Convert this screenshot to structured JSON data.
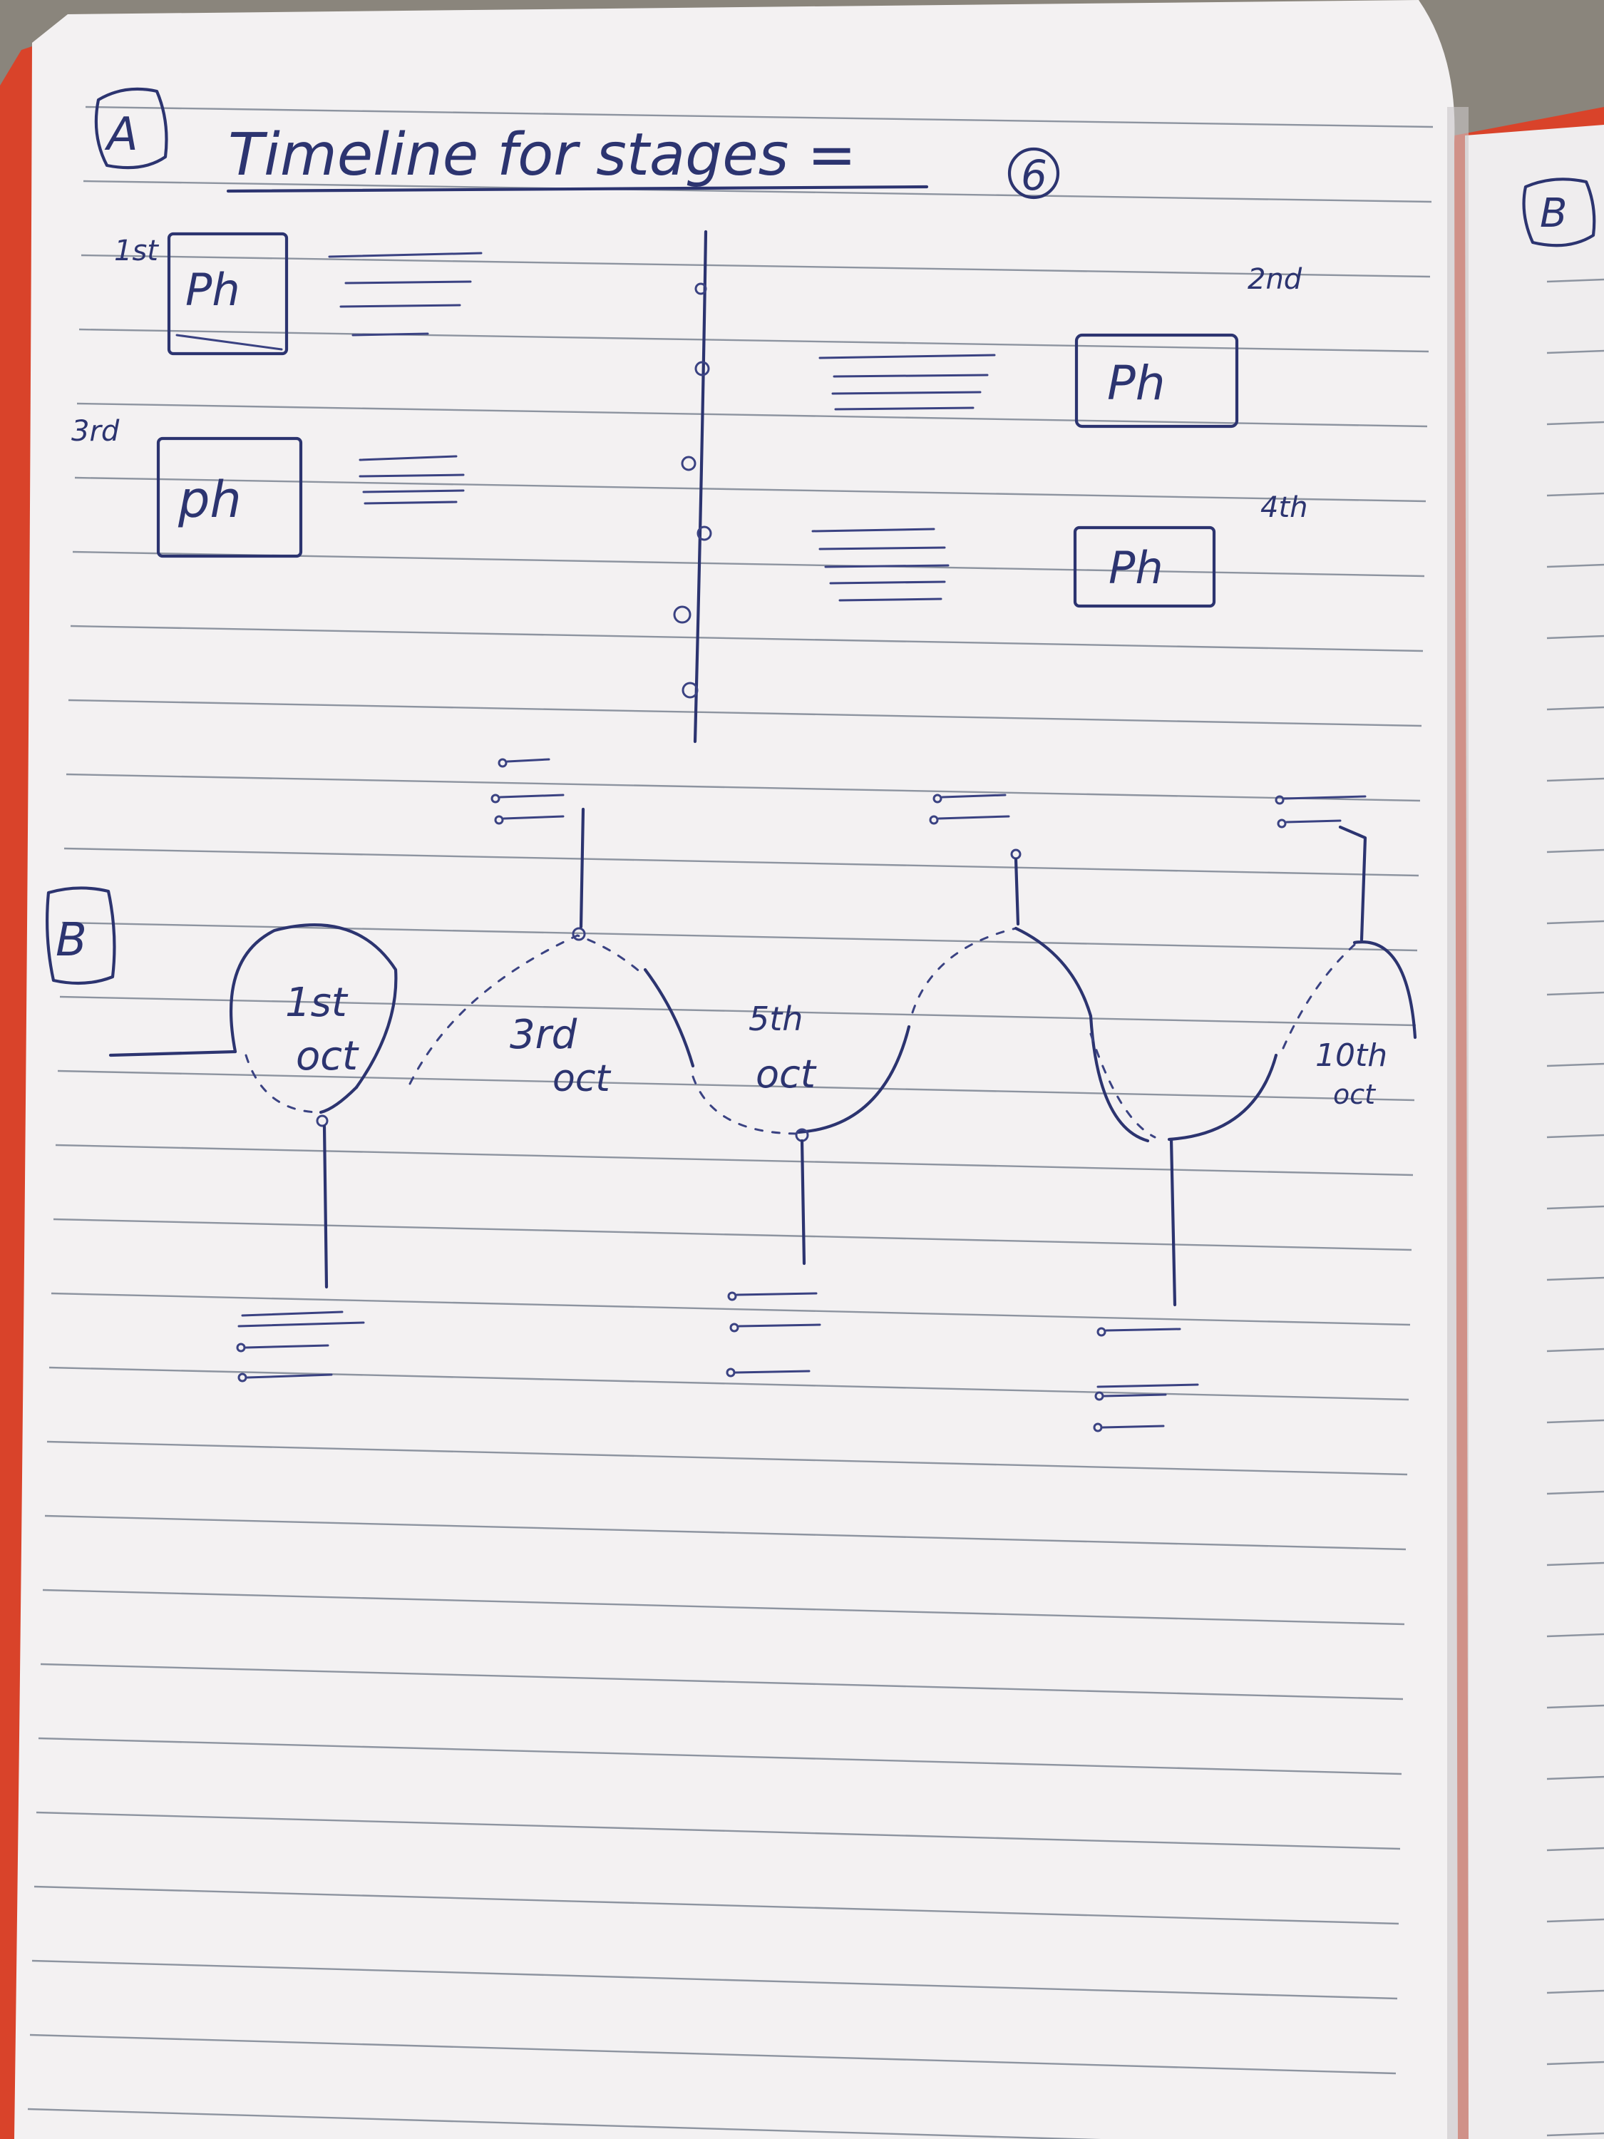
{
  "section_a": {
    "marker": "A",
    "title": "Timeline for stages =",
    "stage_count": "6",
    "stages": [
      {
        "ordinal": "1st",
        "box_label": "Ph"
      },
      {
        "ordinal": "2nd",
        "box_label": "Ph"
      },
      {
        "ordinal": "3rd",
        "box_label": "ph"
      },
      {
        "ordinal": "4th",
        "box_label": "Ph"
      }
    ]
  },
  "section_b": {
    "marker": "B",
    "milestones": [
      {
        "day": "1st",
        "month": "oct"
      },
      {
        "day": "3rd",
        "month": "oct"
      },
      {
        "day": "5th",
        "month": "oct"
      },
      {
        "day": "10th",
        "month": "oct"
      }
    ]
  },
  "right_page": {
    "marker": "B"
  },
  "colors": {
    "ink": "#2c3470",
    "paper": "#f3f1f2",
    "rule": "#8d94a0",
    "cover": "#d9432a"
  }
}
